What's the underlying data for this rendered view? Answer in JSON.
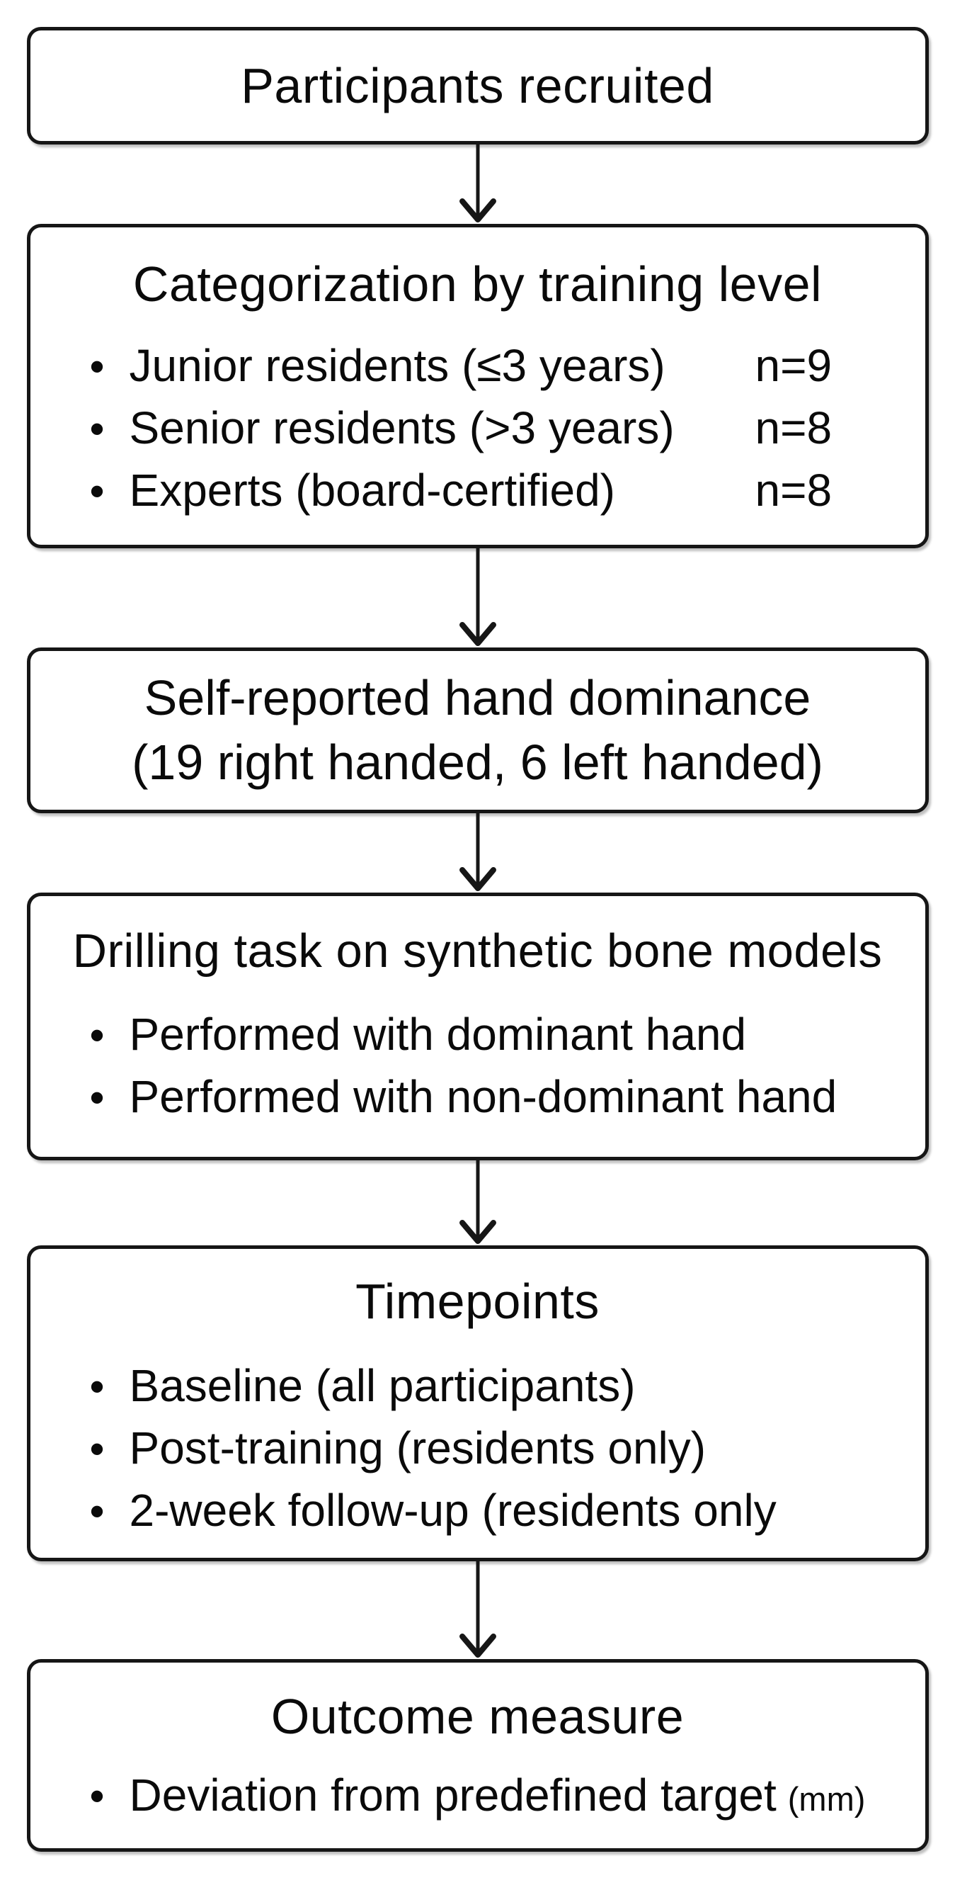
{
  "glyphs": {
    "bullet": "•"
  },
  "flow": {
    "box1": {
      "title": "Participants recruited"
    },
    "box2": {
      "title": "Categorization by training level",
      "items": [
        {
          "label": "Junior residents (≤3 years)",
          "count": "n=9"
        },
        {
          "label": "Senior residents (>3 years)",
          "count": "n=8"
        },
        {
          "label": "Experts (board-certified)",
          "count": "n=8"
        }
      ]
    },
    "box3": {
      "line1": "Self-reported hand dominance",
      "line2": "(19 right handed, 6 left handed)"
    },
    "box4": {
      "title": "Drilling task on synthetic bone models",
      "items": [
        {
          "label": "Performed with dominant hand"
        },
        {
          "label": "Performed with non-dominant hand"
        }
      ]
    },
    "box5": {
      "title": "Timepoints",
      "items": [
        {
          "label": "Baseline (all participants)"
        },
        {
          "label": "Post-training (residents only)"
        },
        {
          "label": "2-week follow-up (residents only"
        }
      ]
    },
    "box6": {
      "title": "Outcome measure",
      "items": [
        {
          "label": "Deviation from predefined target",
          "suffix": "(mm)"
        }
      ]
    }
  }
}
